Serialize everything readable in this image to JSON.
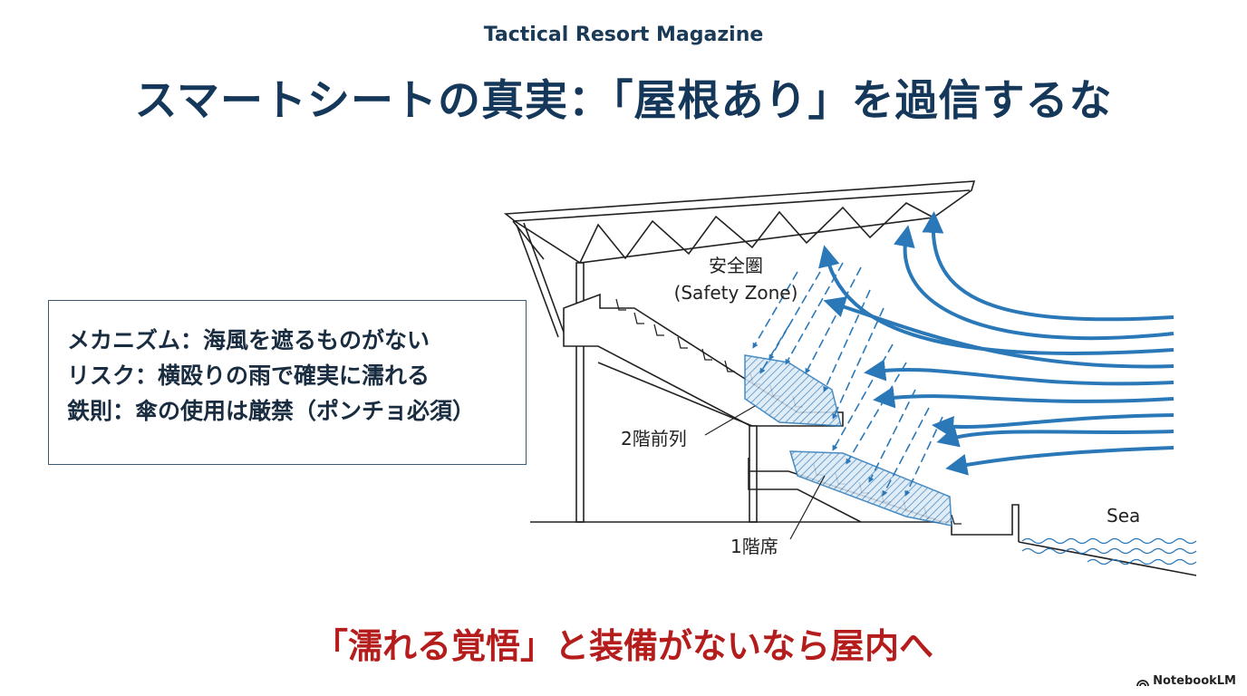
{
  "header": {
    "kicker": "Tactical Resort Magazine",
    "title": "スマートシートの真実：「屋根あり」を過信するな"
  },
  "info_box": {
    "lines": [
      "メカニズム：海風を遮るものがない",
      "リスク：横殴りの雨で確実に濡れる",
      "鉄則：傘の使用は厳禁（ポンチョ必須）"
    ]
  },
  "diagram": {
    "safety_zone_jp": "安全圏",
    "safety_zone_en": "(Safety Zone)",
    "label_upper": "2階前列",
    "label_lower": "1階席",
    "label_sea": "Sea",
    "colors": {
      "wind": "#2a78b8",
      "structure": "#222222",
      "hatch": "#2a78b8"
    }
  },
  "footer": {
    "message": "「濡れる覚悟」と装備がないなら屋内へ"
  },
  "brand": {
    "name": "NotebookLM",
    "icon": "notebooklm-logo-icon"
  }
}
